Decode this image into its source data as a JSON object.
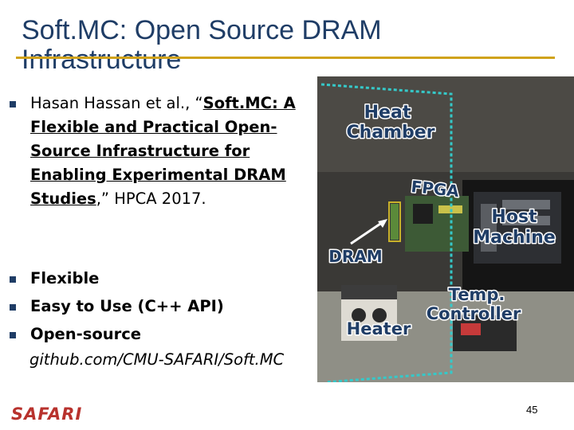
{
  "slide": {
    "title": "Soft.MC: Open Source DRAM Infrastructure",
    "citation": {
      "authors": "Hasan Hassan et al., “",
      "paper_title": "Soft.MC: A Flexible and Practical Open-Source Infrastructure for Enabling Experimental DRAM Studies",
      "venue": ",” HPCA 2017."
    },
    "features": [
      "Flexible",
      "Easy to Use (C++ API)",
      "Open-source"
    ],
    "link": "github.com/CMU-SAFARI/Soft.MC",
    "photo_labels": {
      "heat_chamber_line1": "Heat",
      "heat_chamber_line2": "Chamber",
      "fpga": "FPGA",
      "host_machine_line1": "Host",
      "host_machine_line2": "Machine",
      "dram": "DRAM",
      "temp_controller_line1": "Temp.",
      "temp_controller_line2": "Controller",
      "heater": "Heater"
    },
    "footer_logo": "SAFARI",
    "page_number": "45"
  },
  "colors": {
    "title": "#1f3d66",
    "title_rule": "#d0a21c",
    "marker": "#1f3d66",
    "logo": "#b8322d",
    "chamber_outline": "#35c9c9"
  }
}
